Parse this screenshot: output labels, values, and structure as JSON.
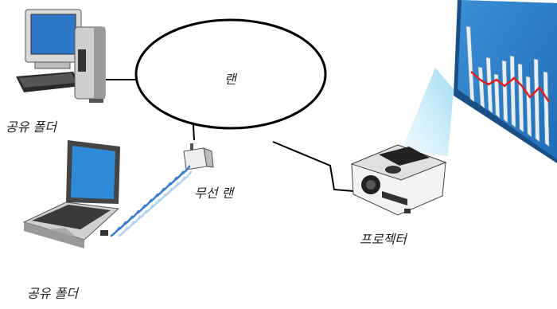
{
  "labels": {
    "lan": "랜",
    "shared_folder_top": "공유 폴더",
    "wireless_lan": "무선 랜",
    "projector": "프로젝터",
    "shared_folder_bottom": "공유 폴더"
  },
  "colors": {
    "line": "#000000",
    "wireless_wave": "#3a7fd0",
    "screen_fill": "#3a8fd0",
    "beam": "#bfe6f6",
    "series_line": "#e02020"
  },
  "icons": [
    "desktop-pc-icon",
    "laptop-icon",
    "wireless-access-point-icon",
    "projector-icon",
    "projection-screen-icon"
  ]
}
